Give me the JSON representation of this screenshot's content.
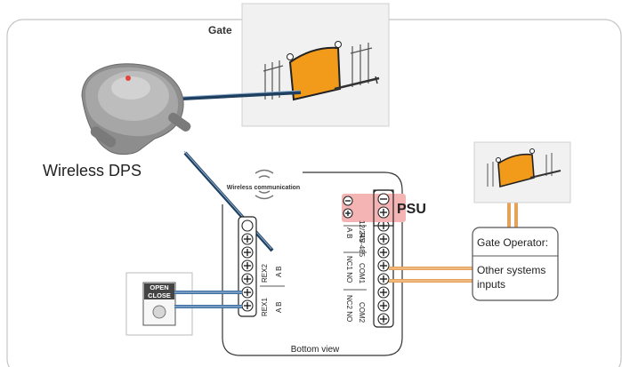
{
  "labels": {
    "gate_top": "Gate",
    "device": "Wireless DPS",
    "wireless": "Wireless communication",
    "psu": "PSU",
    "bottom_view": "Bottom view",
    "operator_line1": "Gate Operator:",
    "operator_line2": "Other systems",
    "operator_line3": "inputs",
    "open": "OPEN",
    "close": "CLOSE"
  },
  "terminals": {
    "power": "12/24V",
    "rs485": "RS-485",
    "rs485_ab": "A  B",
    "com1": "COM1",
    "nc1_no": "NC1 NO",
    "com2": "COM2",
    "nc2_no": "NC2 NO",
    "rex2": "REX2",
    "rex1": "REX1",
    "ab": "A  B",
    "minus": "−",
    "plus": "+"
  },
  "colors": {
    "gate_fill": "#f29a1a",
    "psu_bg": "#f4b4b4",
    "blue_wire": "#3f6fa0",
    "orange_wire": "#e6a25a",
    "frame": "#bdbdbd"
  }
}
